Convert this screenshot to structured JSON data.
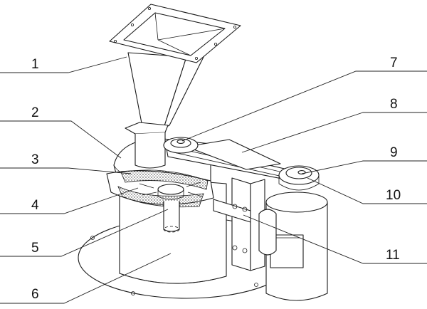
{
  "callouts": [
    {
      "id": "1",
      "text": "1"
    },
    {
      "id": "2",
      "text": "2"
    },
    {
      "id": "3",
      "text": "3"
    },
    {
      "id": "4",
      "text": "4"
    },
    {
      "id": "5",
      "text": "5"
    },
    {
      "id": "6",
      "text": "6"
    },
    {
      "id": "7",
      "text": "7"
    },
    {
      "id": "8",
      "text": "8"
    },
    {
      "id": "9",
      "text": "9"
    },
    {
      "id": "10",
      "text": "10"
    },
    {
      "id": "11",
      "text": "11"
    }
  ],
  "colors": {
    "line": "#1a1a1a",
    "background": "#ffffff"
  }
}
